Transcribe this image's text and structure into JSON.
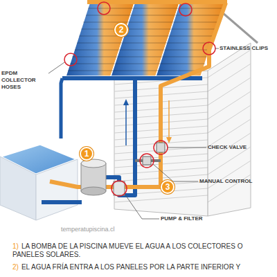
{
  "diagram": {
    "nodes": [
      {
        "text": [
          "1"
        ]
      },
      {
        "text": [
          "2"
        ]
      },
      {
        "text": [
          "3"
        ]
      }
    ],
    "labels": [
      "EPDM COLLECTOR HOSES",
      "STAINLESS CLIPS",
      "CHECK VALVE",
      "MANUAL CONTROL",
      "PUMP & FILTER",
      "temperatupiscina.cl",
      "1)",
      "LA BOMBA DE LA PISCINA MUEVE EL AGUA A LOS COLECTORES O PANELES SOLARES.",
      "2)",
      "EL AGUA FRÍA ENTRA A LOS PANELES POR LA PARTE INFERIOR Y"
    ]
  }
}
